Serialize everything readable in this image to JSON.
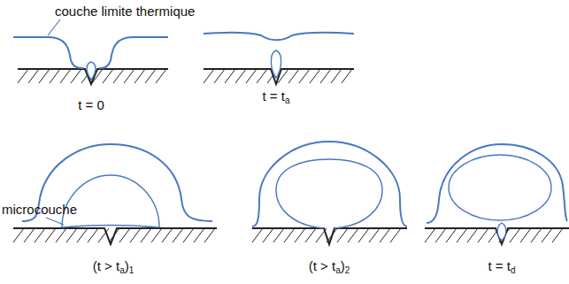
{
  "diagram": {
    "labels": [
      "couche limite thermique",
      "t = 0",
      "t = ta",
      "microcouche",
      "(t > ta)1",
      "(t > ta)2",
      "t = td"
    ]
  }
}
